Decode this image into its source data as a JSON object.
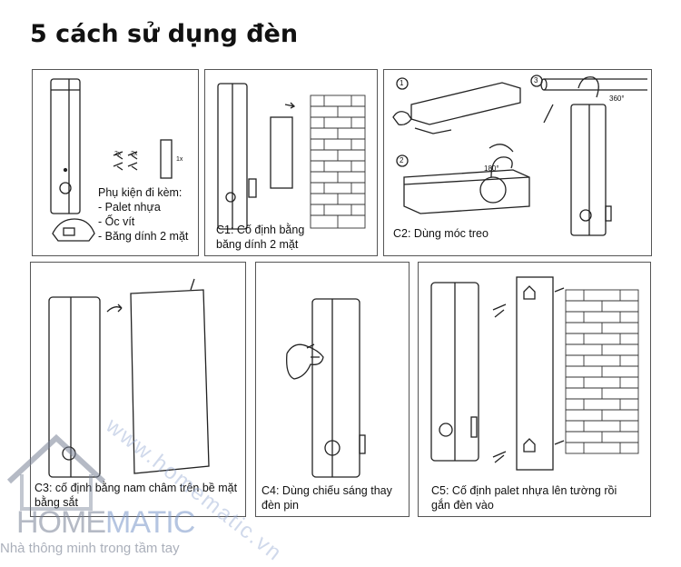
{
  "title": "5 cách sử dụng đèn",
  "panels": {
    "accessories": {
      "heading": "Phụ kiện đi kèm:",
      "items": [
        "- Palet nhựa",
        "- Ốc vít",
        "- Băng dính 2 mặt"
      ],
      "counts": [
        "2x",
        "2x",
        "1x"
      ]
    },
    "c1": {
      "lines": [
        "C1: Cố định bằng",
        "băng dính 2 mặt"
      ]
    },
    "c2": {
      "lines": [
        "C2: Dùng móc treo"
      ],
      "steps": [
        "1",
        "2",
        "3"
      ],
      "angle_a": "180°",
      "angle_b": "360°"
    },
    "c3": {
      "lines": [
        "C3: cố định bằng nam châm trên bề mặt",
        "bằng sắt"
      ]
    },
    "c4": {
      "lines": [
        "C4: Dùng chiếu sáng thay",
        "đèn pin"
      ]
    },
    "c5": {
      "lines": [
        "C5: Cố định palet nhựa lên tường rồi",
        "gắn đèn vào"
      ]
    }
  },
  "watermark": {
    "url": "www.homematic.vn",
    "brand_a": "HOME",
    "brand_b": "MATIC",
    "slogan": "Nhà thông minh trong tầm tay"
  }
}
